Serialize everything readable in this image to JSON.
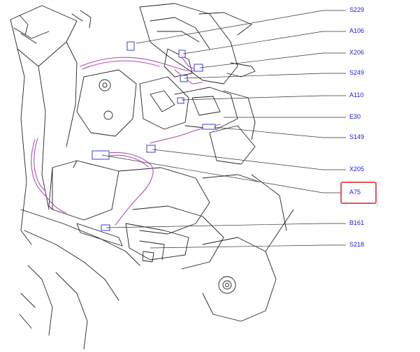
{
  "diagram": {
    "callouts": [
      {
        "id": "S229"
      },
      {
        "id": "A106"
      },
      {
        "id": "X206"
      },
      {
        "id": "S249"
      },
      {
        "id": "A110"
      },
      {
        "id": "E30"
      },
      {
        "id": "S149"
      },
      {
        "id": "X205"
      },
      {
        "id": "A75"
      },
      {
        "id": "B161"
      },
      {
        "id": "S218"
      }
    ],
    "selected": "A75",
    "colors": {
      "label": "#1a1ad8",
      "highlight": "#e2555f",
      "wire": "#b04fb2",
      "connector": "#3b3bd8",
      "line": "#222222"
    }
  }
}
